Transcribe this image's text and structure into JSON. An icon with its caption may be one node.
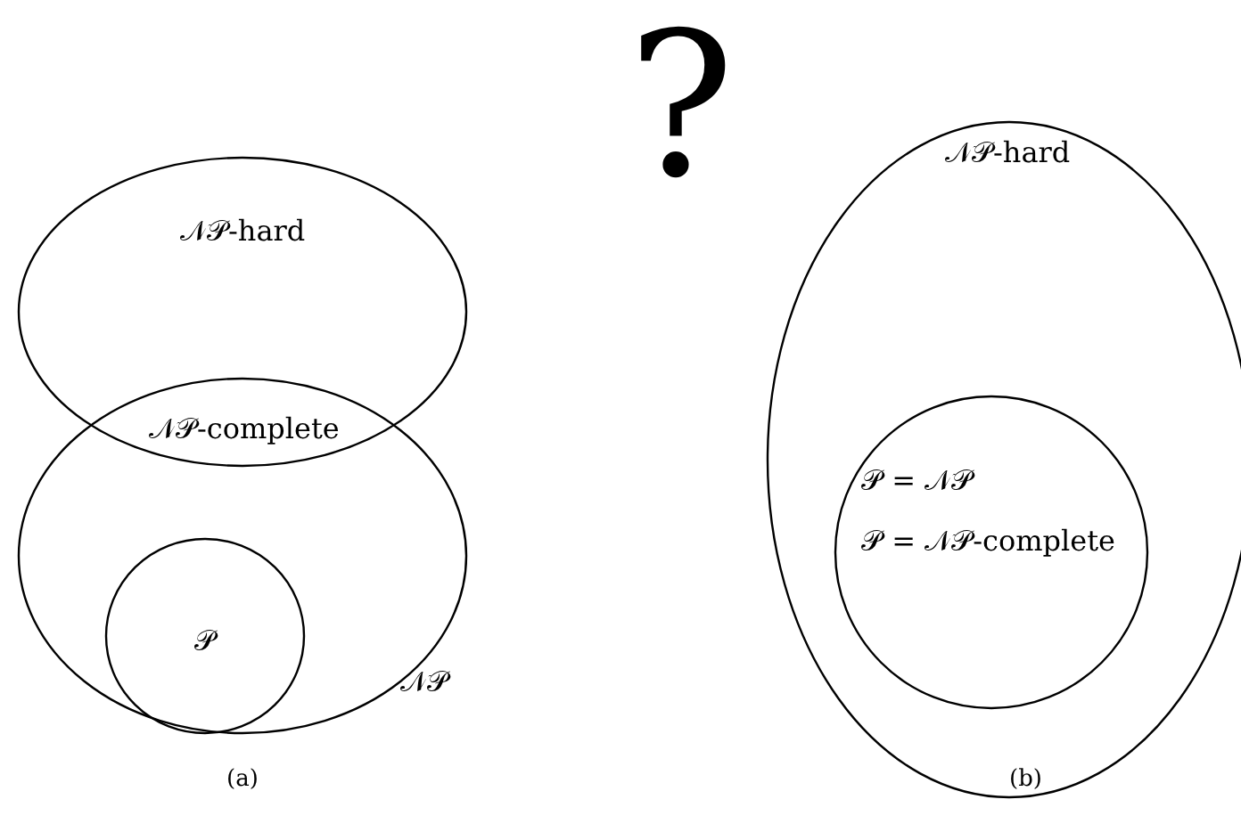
{
  "diagram": {
    "nodes": [
      {
        "text": [
          "𝒩𝒫-hard"
        ]
      },
      {
        "text": [
          "𝒩𝒫"
        ]
      },
      {
        "text": [
          "𝒫"
        ],
        "in": 1
      },
      {
        "text": [
          "𝒩𝒫-hard"
        ]
      },
      {
        "text": [
          "𝒫 = 𝒩𝒫",
          "𝒫 = 𝒩𝒫-complete"
        ],
        "in": 3
      }
    ],
    "labels": [
      "?",
      "𝒩𝒫-complete",
      "(a)",
      "(b)"
    ]
  }
}
